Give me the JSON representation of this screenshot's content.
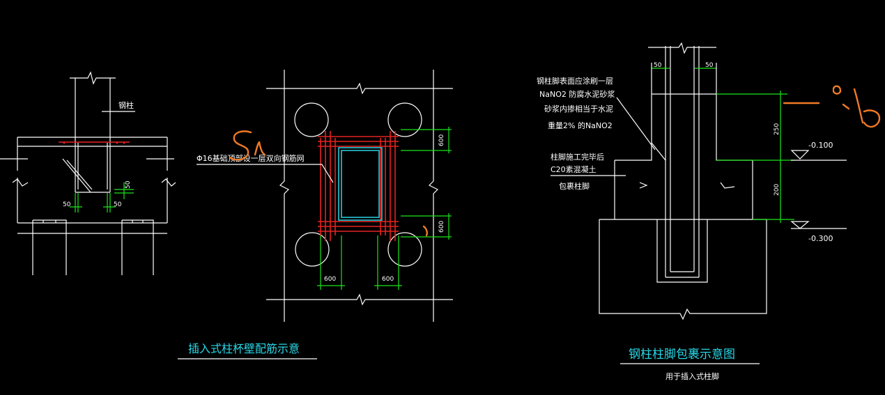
{
  "left_detail": {
    "label_steel_column": "钢柱",
    "dim_left": "50",
    "dim_mid": "50",
    "dim_right": "50"
  },
  "middle_detail": {
    "rebar_note": "Φ16基础顶部设一层双向钢筋网",
    "dim_right_top": "600",
    "dim_right_bottom": "600",
    "dim_bottom_left": "600",
    "dim_bottom_right": "600",
    "title": "插入式柱杯壁配筋示意"
  },
  "right_detail": {
    "dim_top_left": "50",
    "dim_top_right": "50",
    "note_line1": "钢柱脚表面应涂刷一层",
    "note_line2": "NaNO2 防腐水泥砂浆",
    "note_line3": "砂浆内掺相当于水泥",
    "note_line4": "重量2% 的NaNO2",
    "note_line5": "柱脚施工完毕后",
    "note_line6": "C20素混凝土",
    "note_line7": "包裹柱脚",
    "dim_upper": "250",
    "dim_lower": "200",
    "elev_upper": "-0.100",
    "elev_lower": "-0.300",
    "title": "钢柱柱脚包裹示意图",
    "subtitle": "用于插入式柱脚"
  },
  "colors": {
    "background": "#000000",
    "lines": "#ffffff",
    "dimensions": "#19e619",
    "rebar": "#e52222",
    "titles": "#28d8e8",
    "annotation_ink": "#f07a28"
  }
}
